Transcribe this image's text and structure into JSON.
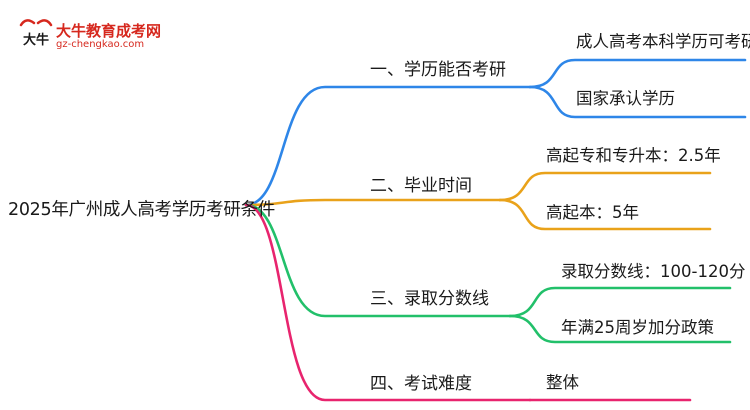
{
  "logo": {
    "name": "大牛教育成考网",
    "url": "gz-chengkao.com",
    "mark_text": "大牛"
  },
  "root": "2025年广州成人高考学历考研条件",
  "branches": [
    {
      "label": "一、学历能否考研",
      "color": "#2e86e8",
      "leaves": [
        "成人高考本科学历可考研",
        "国家承认学历"
      ]
    },
    {
      "label": "二、毕业时间",
      "color": "#e9a21a",
      "leaves": [
        "高起专和专升本：2.5年",
        "高起本：5年"
      ]
    },
    {
      "label": "三、录取分数线",
      "color": "#22c06a",
      "leaves": [
        "录取分数线：100-120分",
        "年满25周岁加分政策"
      ]
    },
    {
      "label": "四、考试难度",
      "color": "#e8246e",
      "leaves": [
        "整体"
      ]
    }
  ]
}
